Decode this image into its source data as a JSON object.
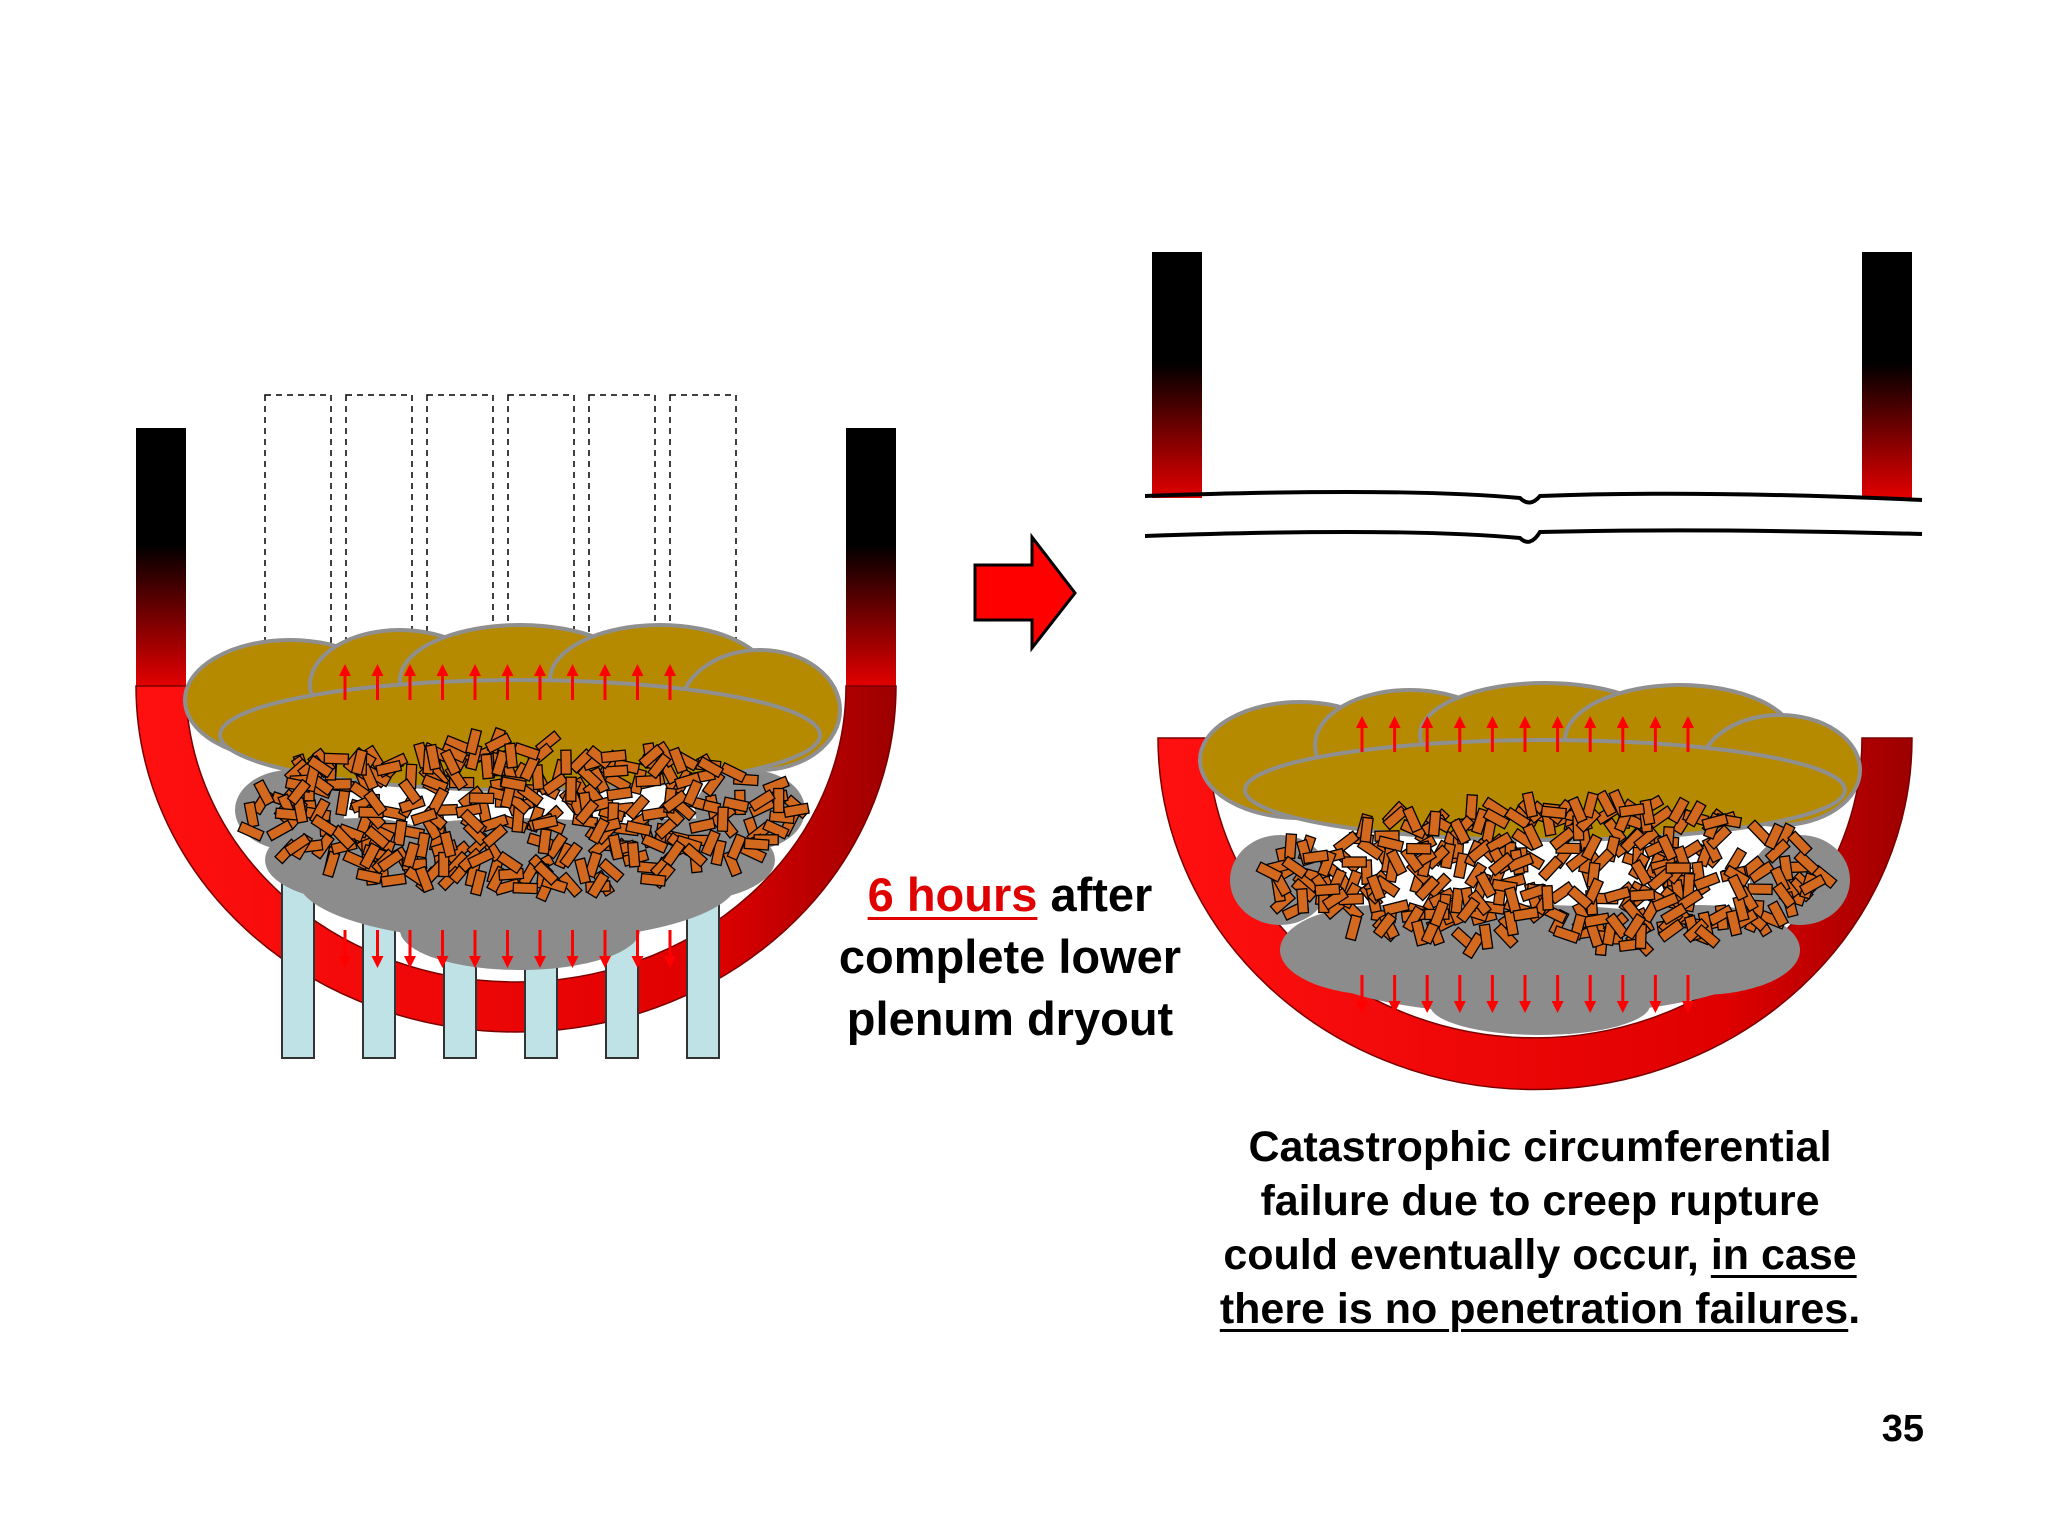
{
  "caption_left": {
    "highlight": "6 hours",
    "rest_line1": " after",
    "line2": "complete lower",
    "line3": "plenum dryout"
  },
  "caption_right": {
    "line1": "Catastrophic circumferential",
    "line2": "failure due to creep rupture",
    "line3_plain": "could eventually occur, ",
    "line3_underlined": "in case",
    "line4_underlined": "there is no penetration failures",
    "line4_end": "."
  },
  "page_number": "35",
  "colors": {
    "vessel_red": "#e30000",
    "vessel_dark": "#9c0000",
    "crust": "#b58a00",
    "crust_edge": "#9a7400",
    "metal_grey": "#8c8c8c",
    "debris": "#d2691e",
    "penetration": "#bfe2e6",
    "arrow_red": "#ff0000"
  }
}
